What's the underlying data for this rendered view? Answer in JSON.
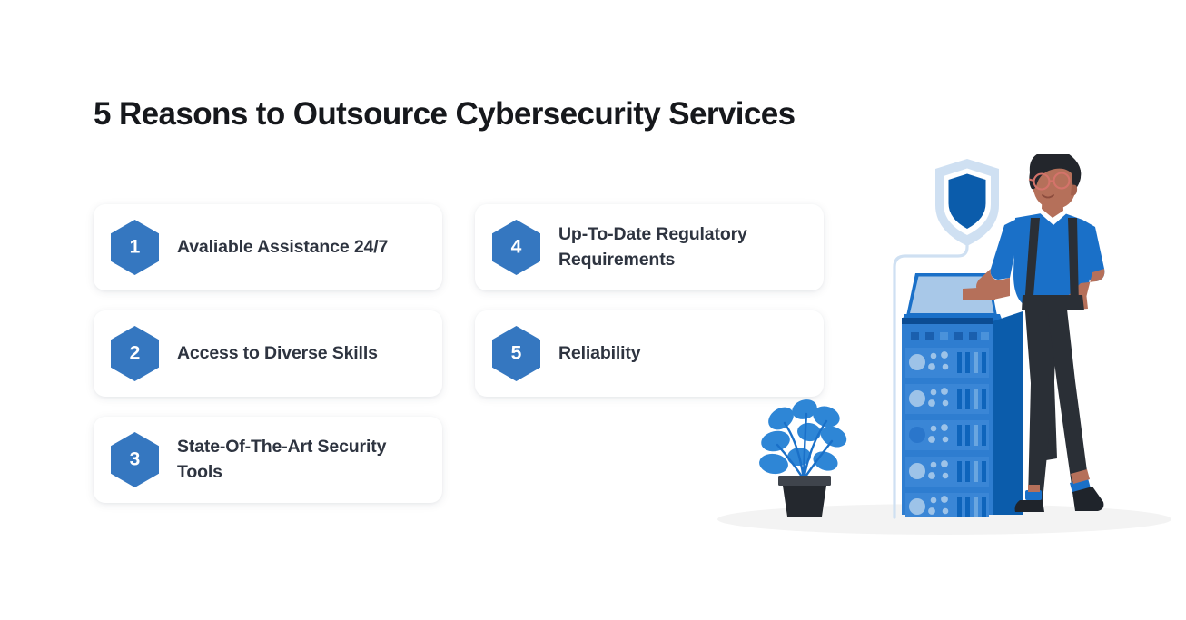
{
  "page": {
    "background_color": "#ffffff",
    "title": "5 Reasons to Outsource Cybersecurity Services"
  },
  "theme": {
    "accent_blue": "#3577c0",
    "deep_blue": "#0b5cab",
    "mid_blue": "#1a70c8",
    "light_blue": "#a8c8e8",
    "pale_blue": "#cfe0f2",
    "dark_text": "#2e3440",
    "title_text": "#16181c",
    "card_background": "#ffffff",
    "charcoal": "#2a2f36",
    "skin": "#b5705a",
    "floor_shadow": "#f2f2f2"
  },
  "cards": [
    {
      "number": "1",
      "label": "Avaliable Assistance 24/7",
      "column": "left",
      "row": 1
    },
    {
      "number": "2",
      "label": "Access to Diverse Skills",
      "column": "left",
      "row": 2
    },
    {
      "number": "3",
      "label": "State-Of-The-Art Security Tools",
      "column": "left",
      "row": 3
    },
    {
      "number": "4",
      "label": "Up-To-Date Regulatory Requirements",
      "column": "right",
      "row": 1
    },
    {
      "number": "5",
      "label": "Reliability",
      "column": "right",
      "row": 2
    }
  ],
  "illustration": {
    "name": "cybersecurity-server-illustration",
    "elements": [
      "shield-icon",
      "cable",
      "laptop",
      "server-rack",
      "technician-character",
      "potted-plant",
      "floor-shadow"
    ],
    "server_rack": {
      "bays": 5,
      "top_indicator_squares": 6
    },
    "plant": {
      "leaf_count": 9
    }
  }
}
